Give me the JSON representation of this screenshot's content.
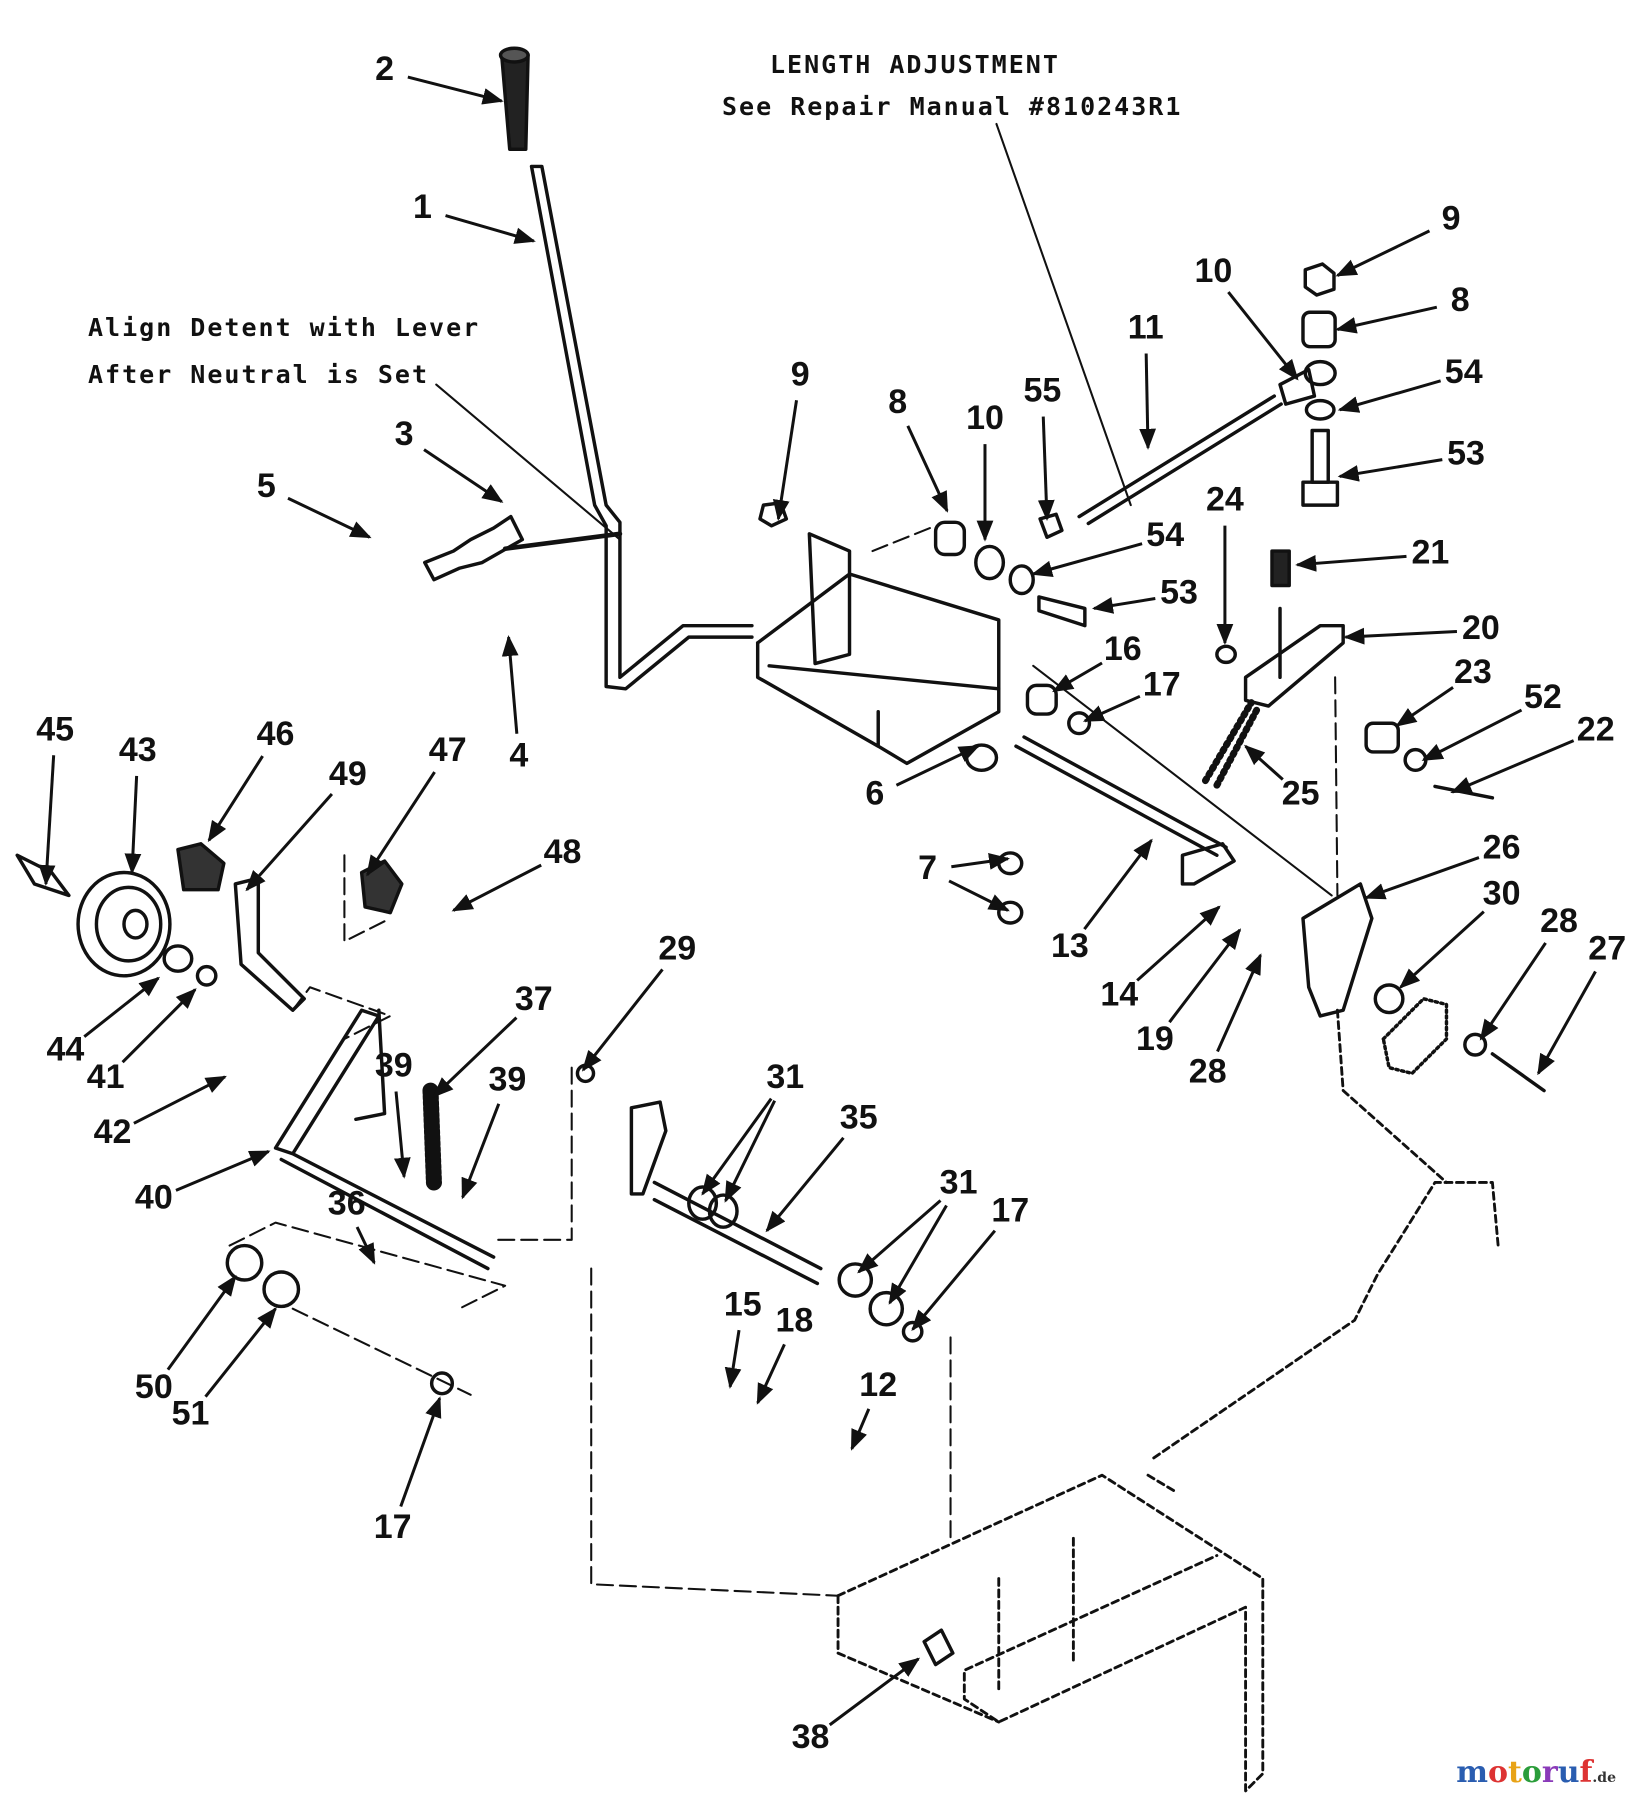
{
  "notes": {
    "length_adjustment": "LENGTH ADJUSTMENT",
    "repair_manual": "See Repair Manual #810243R1",
    "align_line1": "Align Detent with Lever",
    "align_line2": "After Neutral is Set"
  },
  "callouts": [
    "2",
    "1",
    "3",
    "5",
    "4",
    "9",
    "8",
    "10",
    "55",
    "54",
    "53",
    "11",
    "10",
    "9",
    "8",
    "54",
    "53",
    "24",
    "21",
    "20",
    "16",
    "17",
    "23",
    "52",
    "22",
    "6",
    "25",
    "45",
    "43",
    "46",
    "49",
    "47",
    "48",
    "7",
    "13",
    "26",
    "30",
    "14",
    "19",
    "28",
    "28",
    "27",
    "44",
    "41",
    "29",
    "37",
    "39",
    "39",
    "42",
    "40",
    "31",
    "35",
    "31",
    "17",
    "36",
    "50",
    "51",
    "15",
    "18",
    "12",
    "17",
    "38"
  ],
  "logo": {
    "text": "motoruf",
    "suffix": ".de",
    "colors": [
      "#2a5db0",
      "#d33",
      "#e8a317",
      "#2a9d3a",
      "#8a3ab9",
      "#2a5db0",
      "#d33"
    ]
  },
  "colors": {
    "ink": "#111111",
    "background": "#ffffff"
  }
}
